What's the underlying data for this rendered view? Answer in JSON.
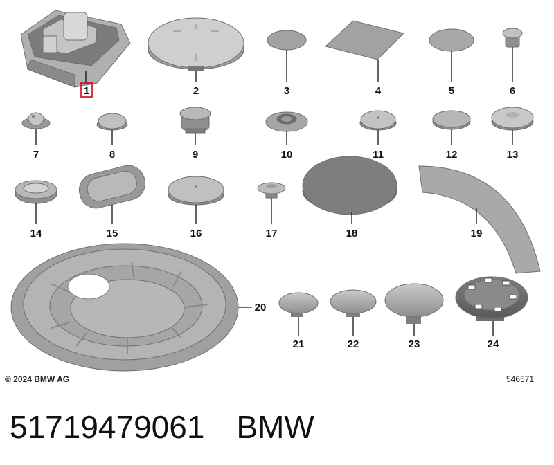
{
  "parts": [
    {
      "number": "1",
      "name": "jack-pad",
      "highlighted": true
    },
    {
      "number": "2",
      "name": "large-round-cover"
    },
    {
      "number": "3",
      "name": "round-patch"
    },
    {
      "number": "4",
      "name": "square-pad"
    },
    {
      "number": "5",
      "name": "round-patch"
    },
    {
      "number": "6",
      "name": "small-plug"
    },
    {
      "number": "7",
      "name": "grommet"
    },
    {
      "number": "8",
      "name": "blind-plug"
    },
    {
      "number": "9",
      "name": "plug-cap"
    },
    {
      "number": "10",
      "name": "ring-grommet"
    },
    {
      "number": "11",
      "name": "blind-plug"
    },
    {
      "number": "12",
      "name": "blind-plug"
    },
    {
      "number": "13",
      "name": "blind-plug"
    },
    {
      "number": "14",
      "name": "ring-grommet"
    },
    {
      "number": "15",
      "name": "oval-plug"
    },
    {
      "number": "16",
      "name": "blind-plug"
    },
    {
      "number": "17",
      "name": "small-grommet"
    },
    {
      "number": "18",
      "name": "round-pad"
    },
    {
      "number": "19",
      "name": "curved-strip"
    },
    {
      "number": "20",
      "name": "spare-wheel-cover"
    },
    {
      "number": "21",
      "name": "clip-plug"
    },
    {
      "number": "22",
      "name": "clip-plug"
    },
    {
      "number": "23",
      "name": "clip-plug"
    },
    {
      "number": "24",
      "name": "vent-cap"
    }
  ],
  "colors": {
    "part_fill": "#a9a9a9",
    "part_light": "#c7c7c7",
    "highlight": "#d0021b"
  },
  "footer": {
    "copyright": "© 2024 BMW AG",
    "drawing_number": "546571"
  },
  "caption": {
    "part_number": "51719479061",
    "brand": "BMW"
  }
}
